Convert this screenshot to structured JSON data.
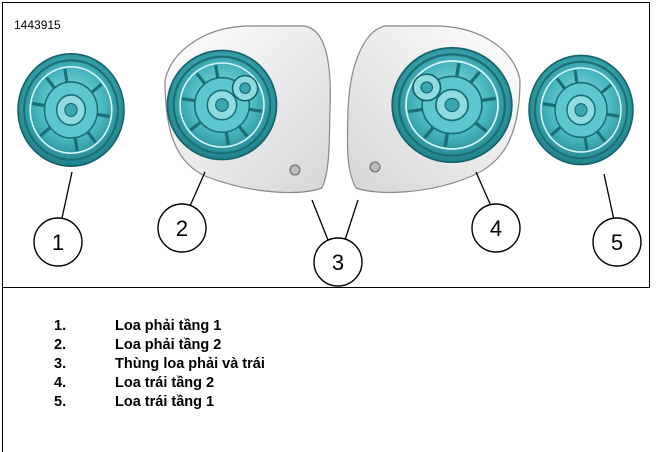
{
  "figure_id": "1443915",
  "callouts": [
    "1",
    "2",
    "3",
    "4",
    "5"
  ],
  "legend": [
    {
      "number": "1.",
      "label": "Loa phải tầng 1"
    },
    {
      "number": "2.",
      "label": "Loa phải tầng 2"
    },
    {
      "number": "3.",
      "label": "Thùng loa phải và trái"
    },
    {
      "number": "4.",
      "label": "Loa trái tầng 2"
    },
    {
      "number": "5.",
      "label": "Loa trái tầng 1"
    }
  ],
  "colors": {
    "speaker_fill": "#49b8c0",
    "speaker_dark": "#1e7f88",
    "speaker_light": "#8fdbe0",
    "enclosure_fill": "#f4f4f4",
    "enclosure_shade": "#d8d8d8",
    "line": "#000000"
  }
}
